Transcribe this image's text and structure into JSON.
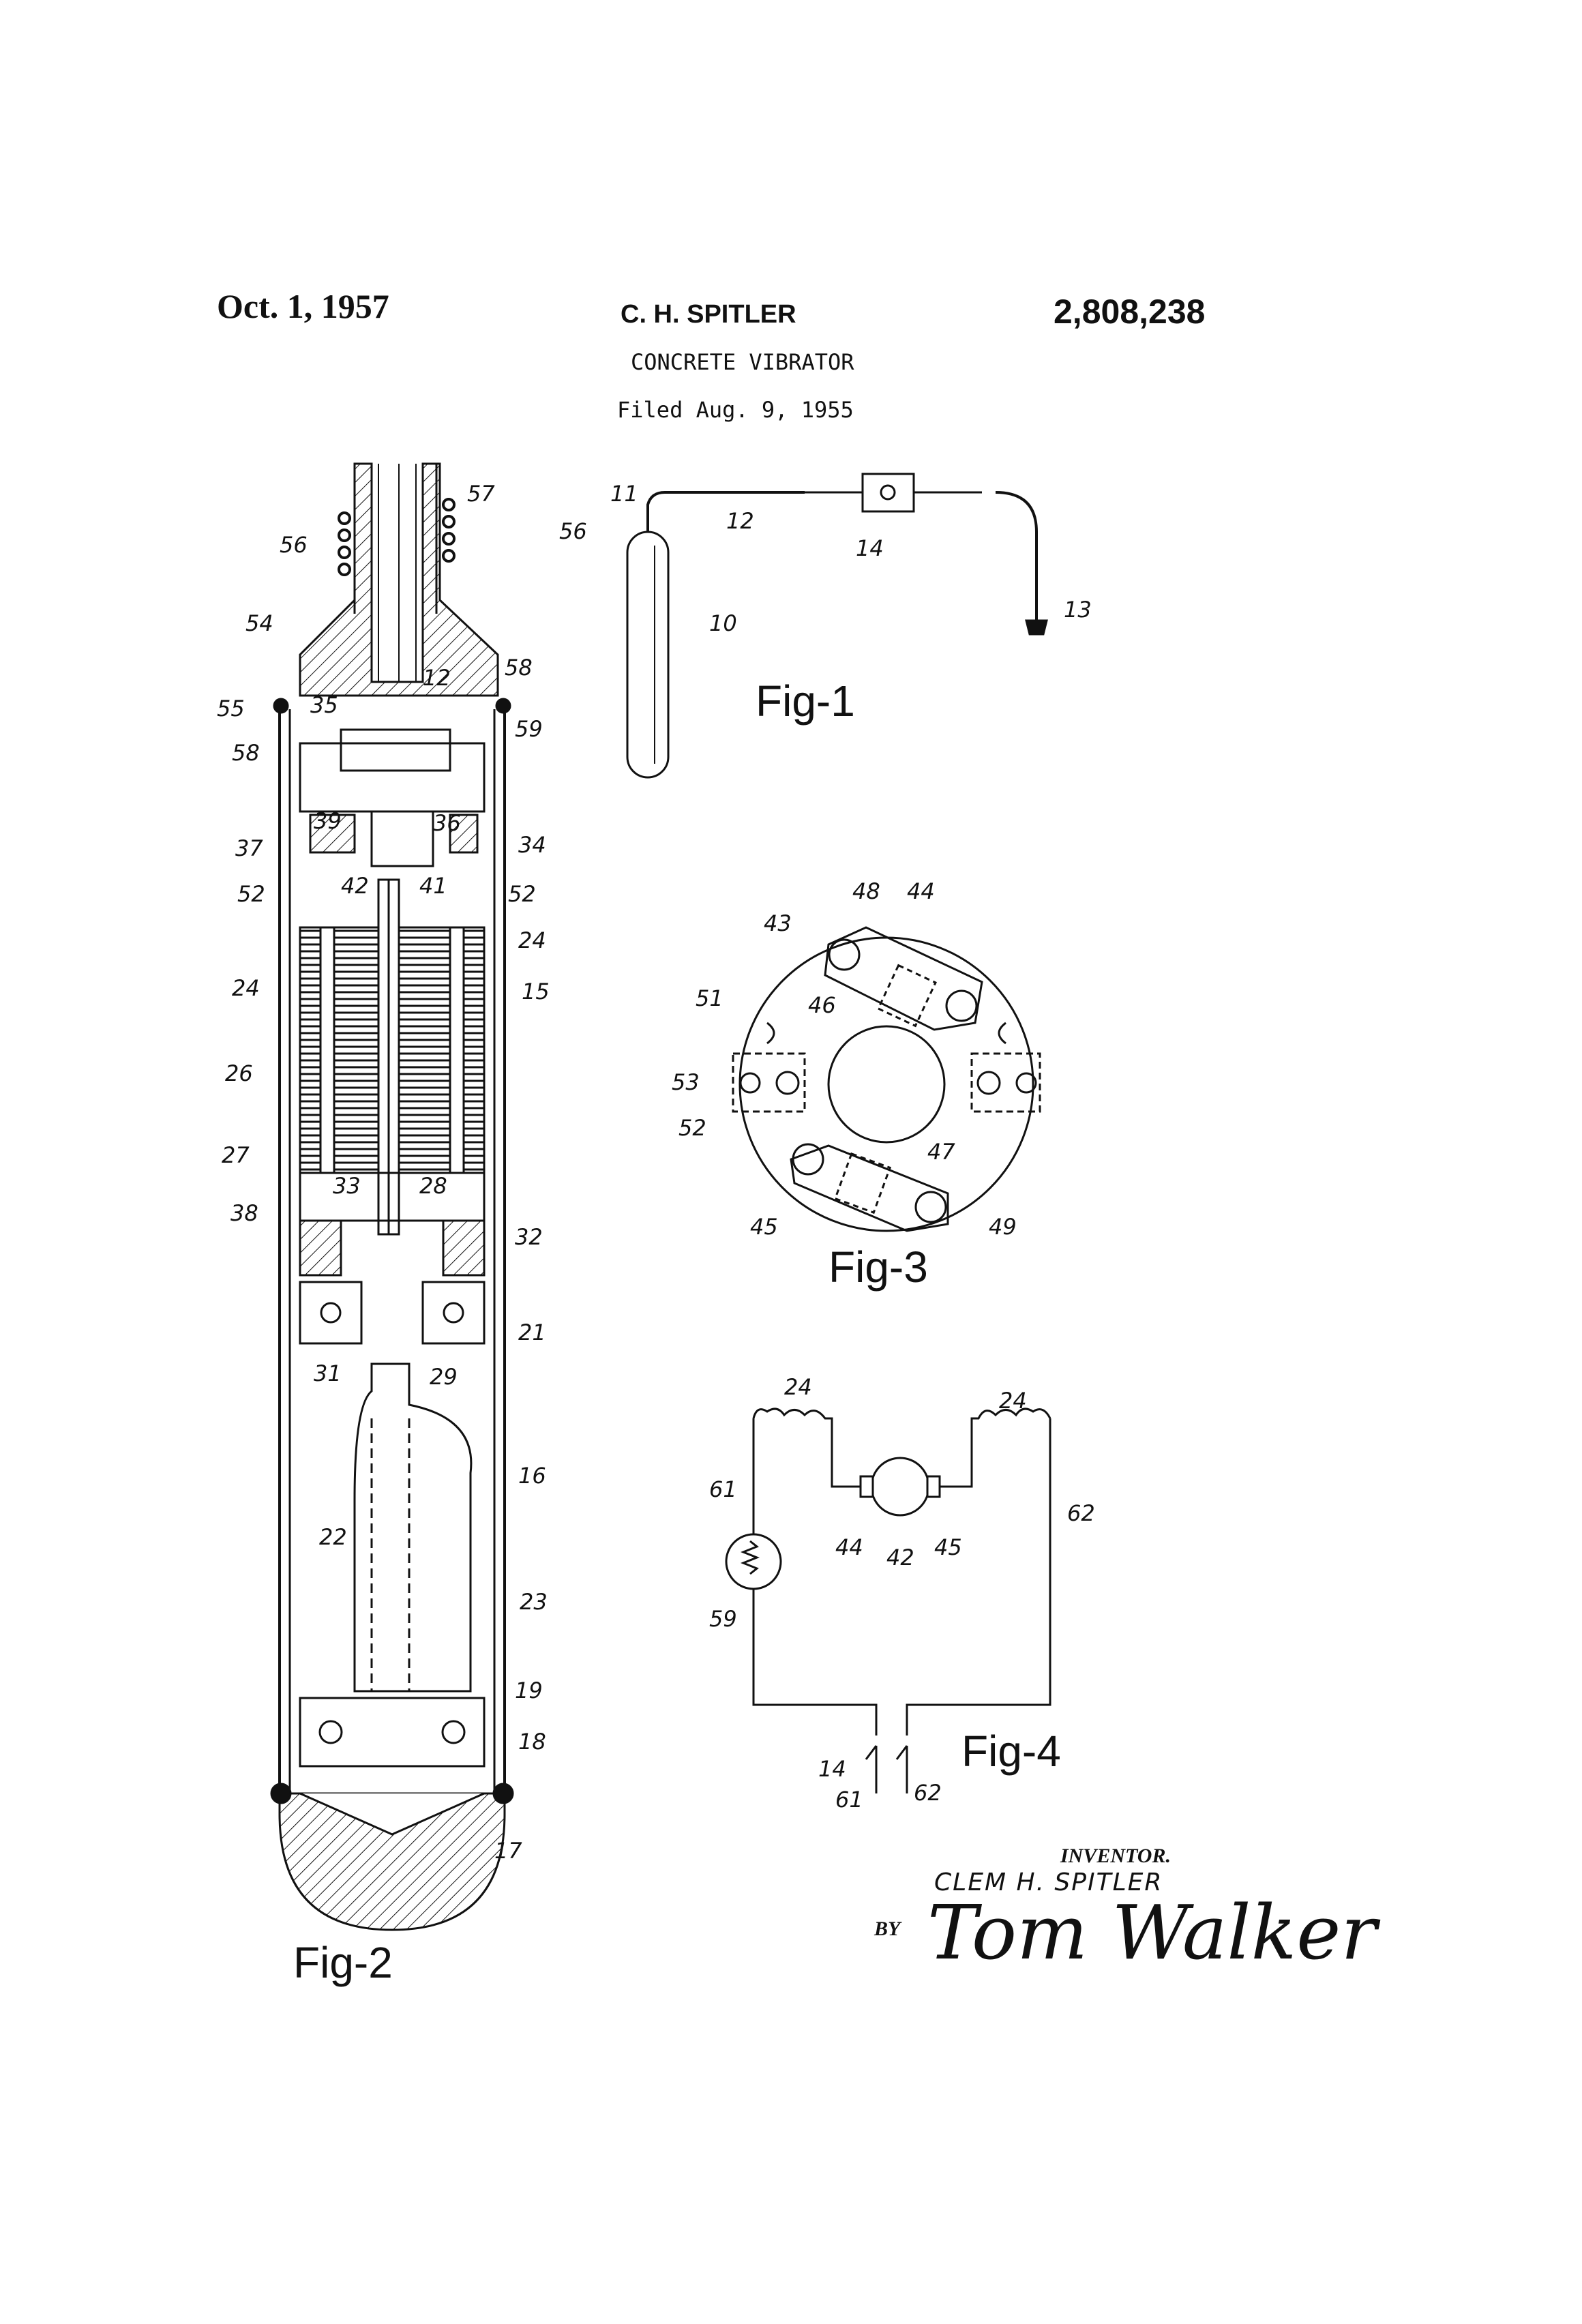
{
  "header": {
    "date": "Oct. 1, 1957",
    "inventor": "C. H. SPITLER",
    "patent_number": "2,808,238",
    "title": "CONCRETE VIBRATOR",
    "filed": "Filed Aug. 9, 1955"
  },
  "figures": {
    "fig1": "Fig-1",
    "fig2": "Fig-2",
    "fig3": "Fig-3",
    "fig4": "Fig-4"
  },
  "signature_block": {
    "inventor_label": "INVENTOR.",
    "inventor_name": "CLEM H. SPITLER",
    "by": "BY",
    "attorney_signature": "Tom Walker"
  },
  "reference_numerals": {
    "fig1": [
      "11",
      "56",
      "12",
      "14",
      "10",
      "13"
    ],
    "fig2": [
      "57",
      "56",
      "54",
      "12",
      "58",
      "55",
      "35",
      "59",
      "58",
      "39",
      "36",
      "37",
      "34",
      "52",
      "42",
      "41",
      "52",
      "24",
      "24",
      "15",
      "26",
      "27",
      "33",
      "28",
      "38",
      "32",
      "21",
      "31",
      "29",
      "16",
      "22",
      "23",
      "19",
      "18",
      "17"
    ],
    "fig3": [
      "48",
      "44",
      "43",
      "51",
      "46",
      "53",
      "52",
      "47",
      "45",
      "49"
    ],
    "fig4": [
      "24",
      "24",
      "61",
      "62",
      "44",
      "42",
      "45",
      "59",
      "14",
      "61",
      "62"
    ]
  },
  "colors": {
    "ink": "#111111",
    "paper": "#ffffff"
  }
}
